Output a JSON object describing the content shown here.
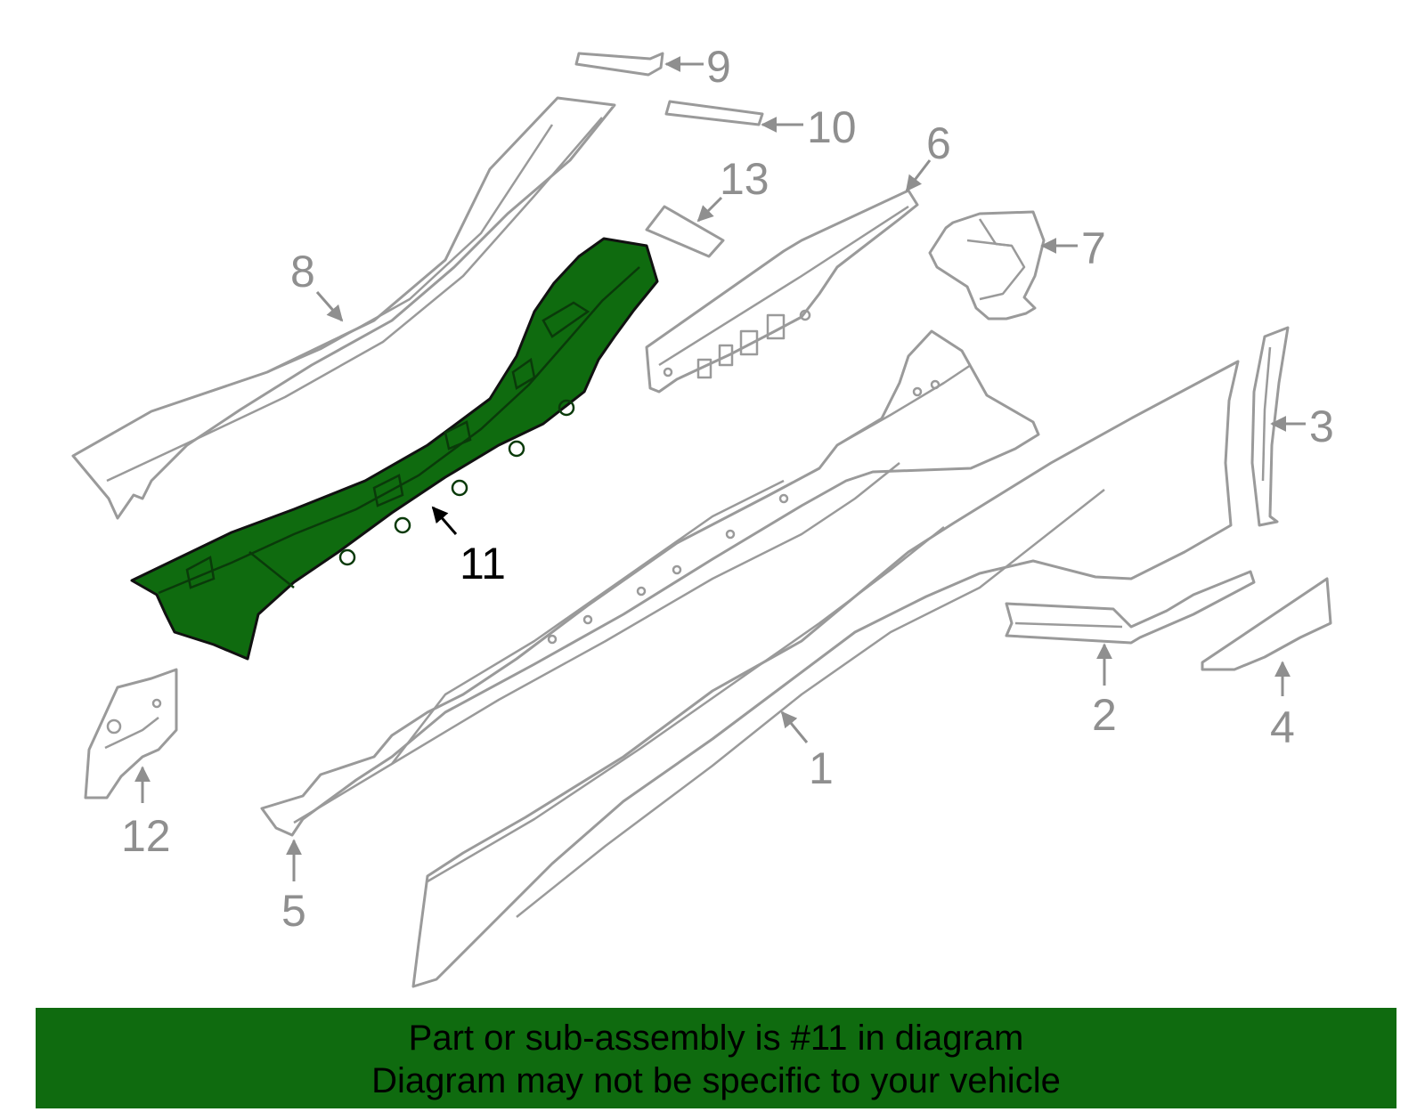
{
  "highlight_color": "#0f6b0f",
  "banner_color": "#0f6b0f",
  "banner": {
    "line1": "Part or sub-assembly is #11 in diagram",
    "line2": "Diagram may not be specific to your vehicle"
  },
  "callouts": {
    "c1": "1",
    "c2": "2",
    "c3": "3",
    "c4": "4",
    "c5": "5",
    "c6": "6",
    "c7": "7",
    "c8": "8",
    "c9": "9",
    "c10": "10",
    "c11": "11",
    "c12": "12",
    "c13": "13"
  },
  "highlighted_part": "11"
}
